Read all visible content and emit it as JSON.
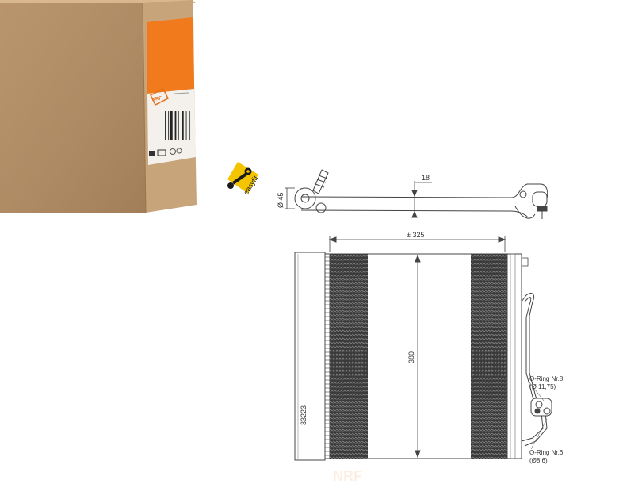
{
  "box": {
    "brand": "NRF",
    "colors": {
      "cardboard": "#b48d62",
      "cardboard_side": "#c8a47a",
      "cardboard_top": "#d9b88e",
      "label_orange": "#f07a1c"
    }
  },
  "badge": {
    "label": "easyfit",
    "color": "#f5c400",
    "icon": "wrench-icon"
  },
  "diagram": {
    "dim_diameter": "Ø 45",
    "dim_thickness": "18",
    "dim_width": "± 325",
    "dim_height": "380",
    "part_number": "33223",
    "oring_a": {
      "label": "O-Ring Nr.8",
      "size": "(Ø 11,75)"
    },
    "oring_b": {
      "label": "O-Ring Nr.6",
      "size": "(Ø8,6)"
    }
  }
}
